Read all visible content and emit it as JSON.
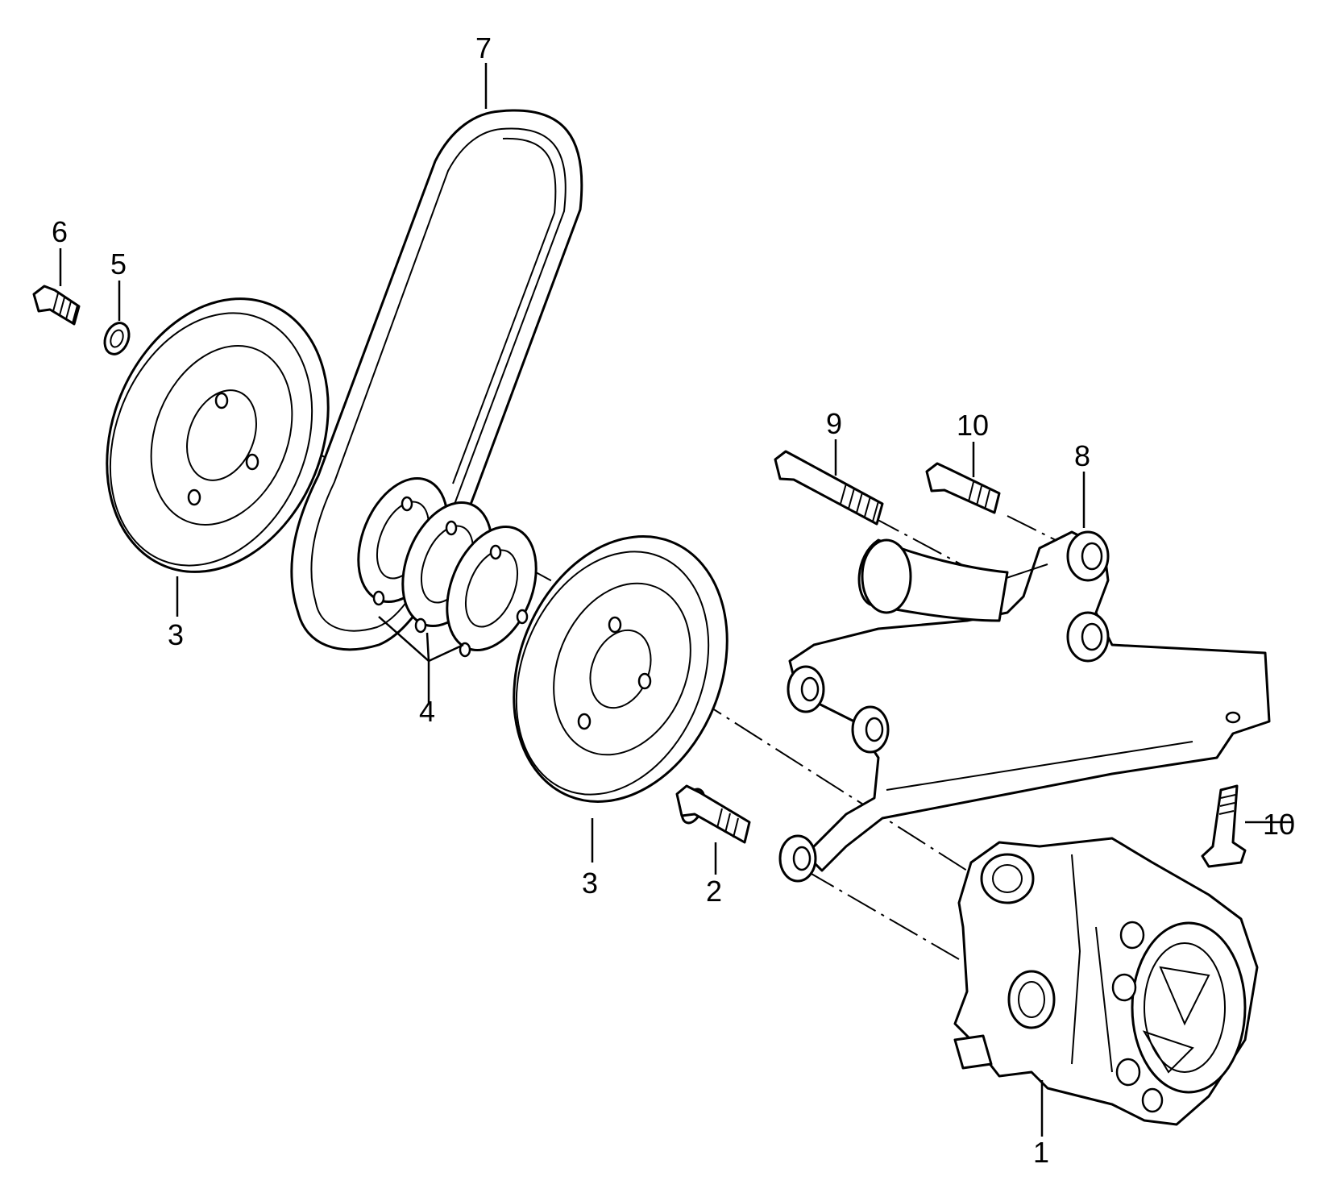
{
  "diagram": {
    "callouts": {
      "c1": "1",
      "c2": "2",
      "c3a": "3",
      "c3b": "3",
      "c4": "4",
      "c5": "5",
      "c6": "6",
      "c7": "7",
      "c8": "8",
      "c9": "9",
      "c10a": "10",
      "c10b": "10"
    }
  }
}
